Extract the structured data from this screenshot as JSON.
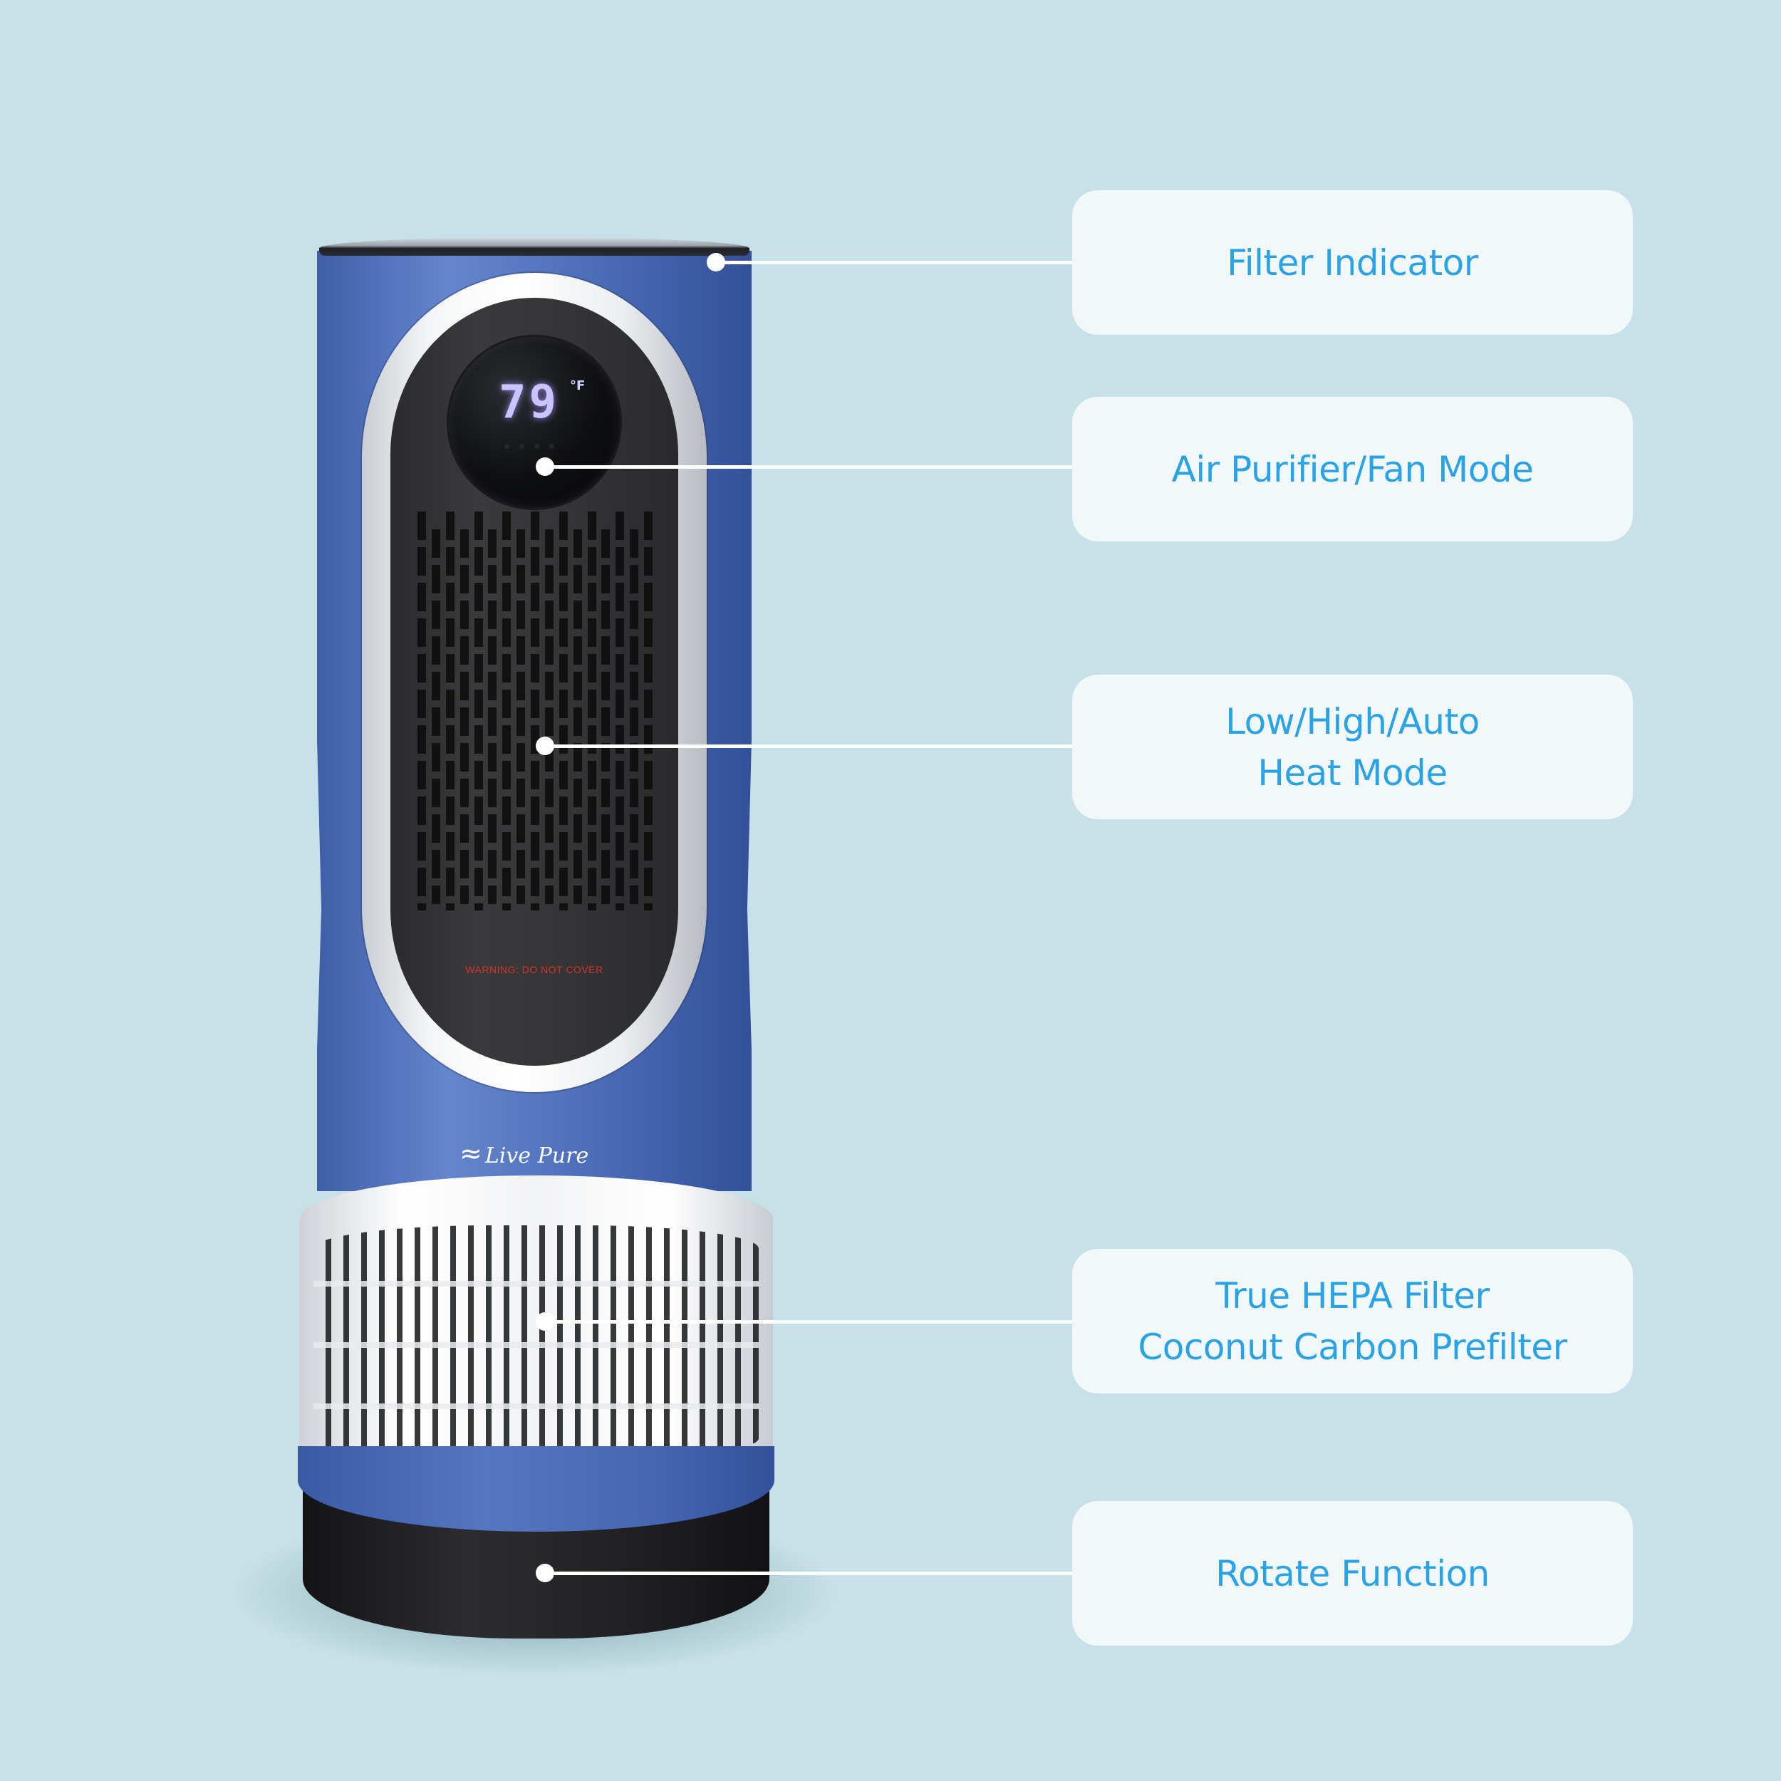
{
  "product": {
    "brand": "Live Pure",
    "display": {
      "temperature": "79",
      "unit": "°F"
    },
    "warning": "WARNING: DO NOT COVER"
  },
  "callouts": [
    {
      "id": "filter-indicator",
      "label": "Filter Indicator"
    },
    {
      "id": "air-purifier-fan-mode",
      "label": "Air Purifier/Fan Mode"
    },
    {
      "id": "heat-mode",
      "label": "Low/High/Auto\nHeat Mode"
    },
    {
      "id": "hepa-filter",
      "label": "True HEPA Filter\nCoconut Carbon Prefilter"
    },
    {
      "id": "rotate-function",
      "label": "Rotate Function"
    }
  ],
  "colors": {
    "background": "#c6e1e7",
    "box_fill": "#f2f8fa",
    "label_text": "#2aa3e6",
    "device_blue": "#5576c0",
    "warning_red": "#d7332c",
    "display_glow": "#c9c3ff"
  }
}
